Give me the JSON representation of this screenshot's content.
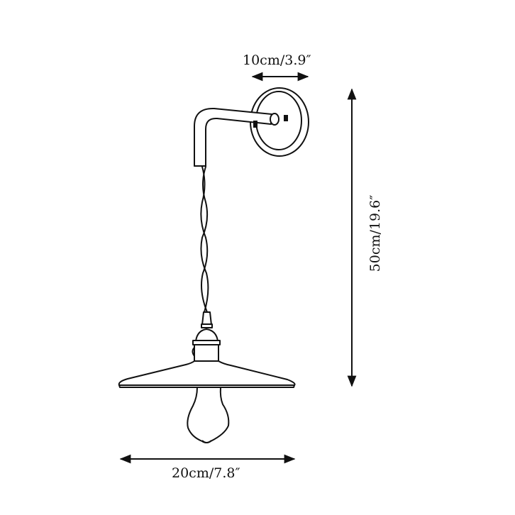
{
  "dimensions": {
    "width_top": "10cm/3.9″",
    "height": "50cm/19.6″",
    "width_bottom": "20cm/7.8″"
  },
  "colors": {
    "line": "#111111",
    "background": "#ffffff"
  }
}
